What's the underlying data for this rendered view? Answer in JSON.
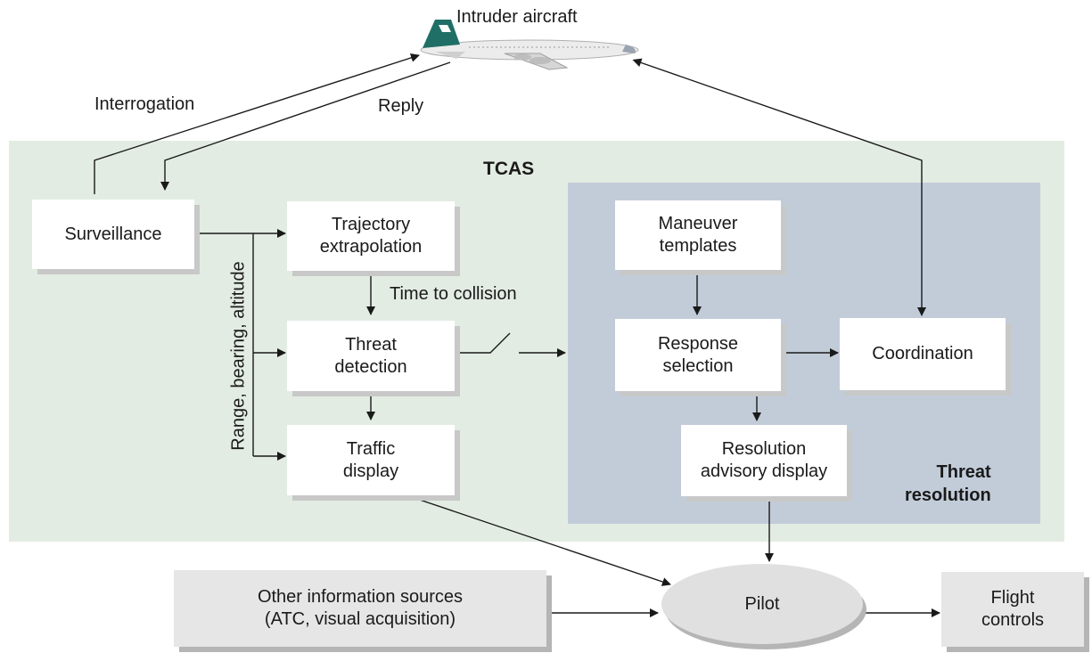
{
  "diagram": {
    "intruder_label": "Intruder aircraft",
    "interrogation_label": "Interrogation",
    "reply_label": "Reply",
    "tcas_title": "TCAS",
    "threat_resolution_title": "Threat\nresolution",
    "range_label": "Range, bearing, altitude",
    "time_to_collision_label": "Time to collision",
    "boxes": {
      "surveillance": "Surveillance",
      "trajectory": "Trajectory\nextrapolation",
      "threat_detection": "Threat\ndetection",
      "traffic_display": "Traffic\ndisplay",
      "maneuver_templates": "Maneuver\ntemplates",
      "response_selection": "Response\nselection",
      "coordination": "Coordination",
      "resolution_advisory": "Resolution\nadvisory display",
      "other_info": "Other information sources\n(ATC, visual acquisition)",
      "pilot": "Pilot",
      "flight_controls": "Flight\ncontrols"
    },
    "colors": {
      "tcas_background": "#e3ece3",
      "threat_resolution_background": "#c2ccd9",
      "aircraft_tail": "#1f6f66"
    }
  }
}
